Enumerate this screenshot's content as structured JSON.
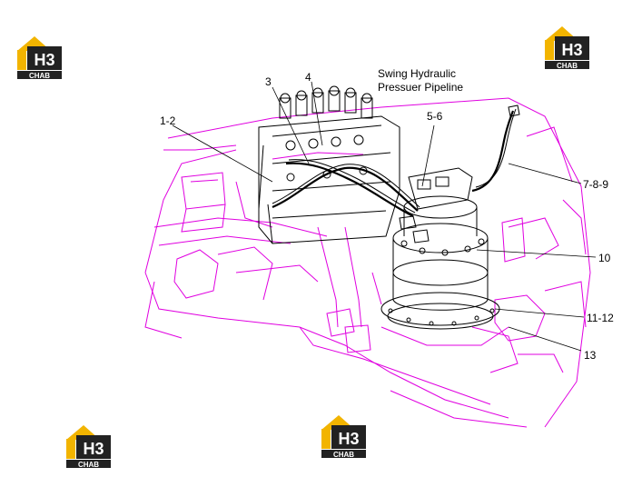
{
  "title": {
    "line1": "Swing Hydraulic",
    "line2": "Pressuer Pipeline"
  },
  "callouts": [
    "1-2",
    "3",
    "4",
    "5-6",
    "7-8-9",
    "10",
    "11-12",
    "13"
  ],
  "logo": {
    "mark": "H3",
    "text": "CHAB"
  },
  "colors": {
    "frame": "#e000e0",
    "hose": "#000000",
    "logo_gold": "#f2b400",
    "logo_dark": "#222222"
  }
}
